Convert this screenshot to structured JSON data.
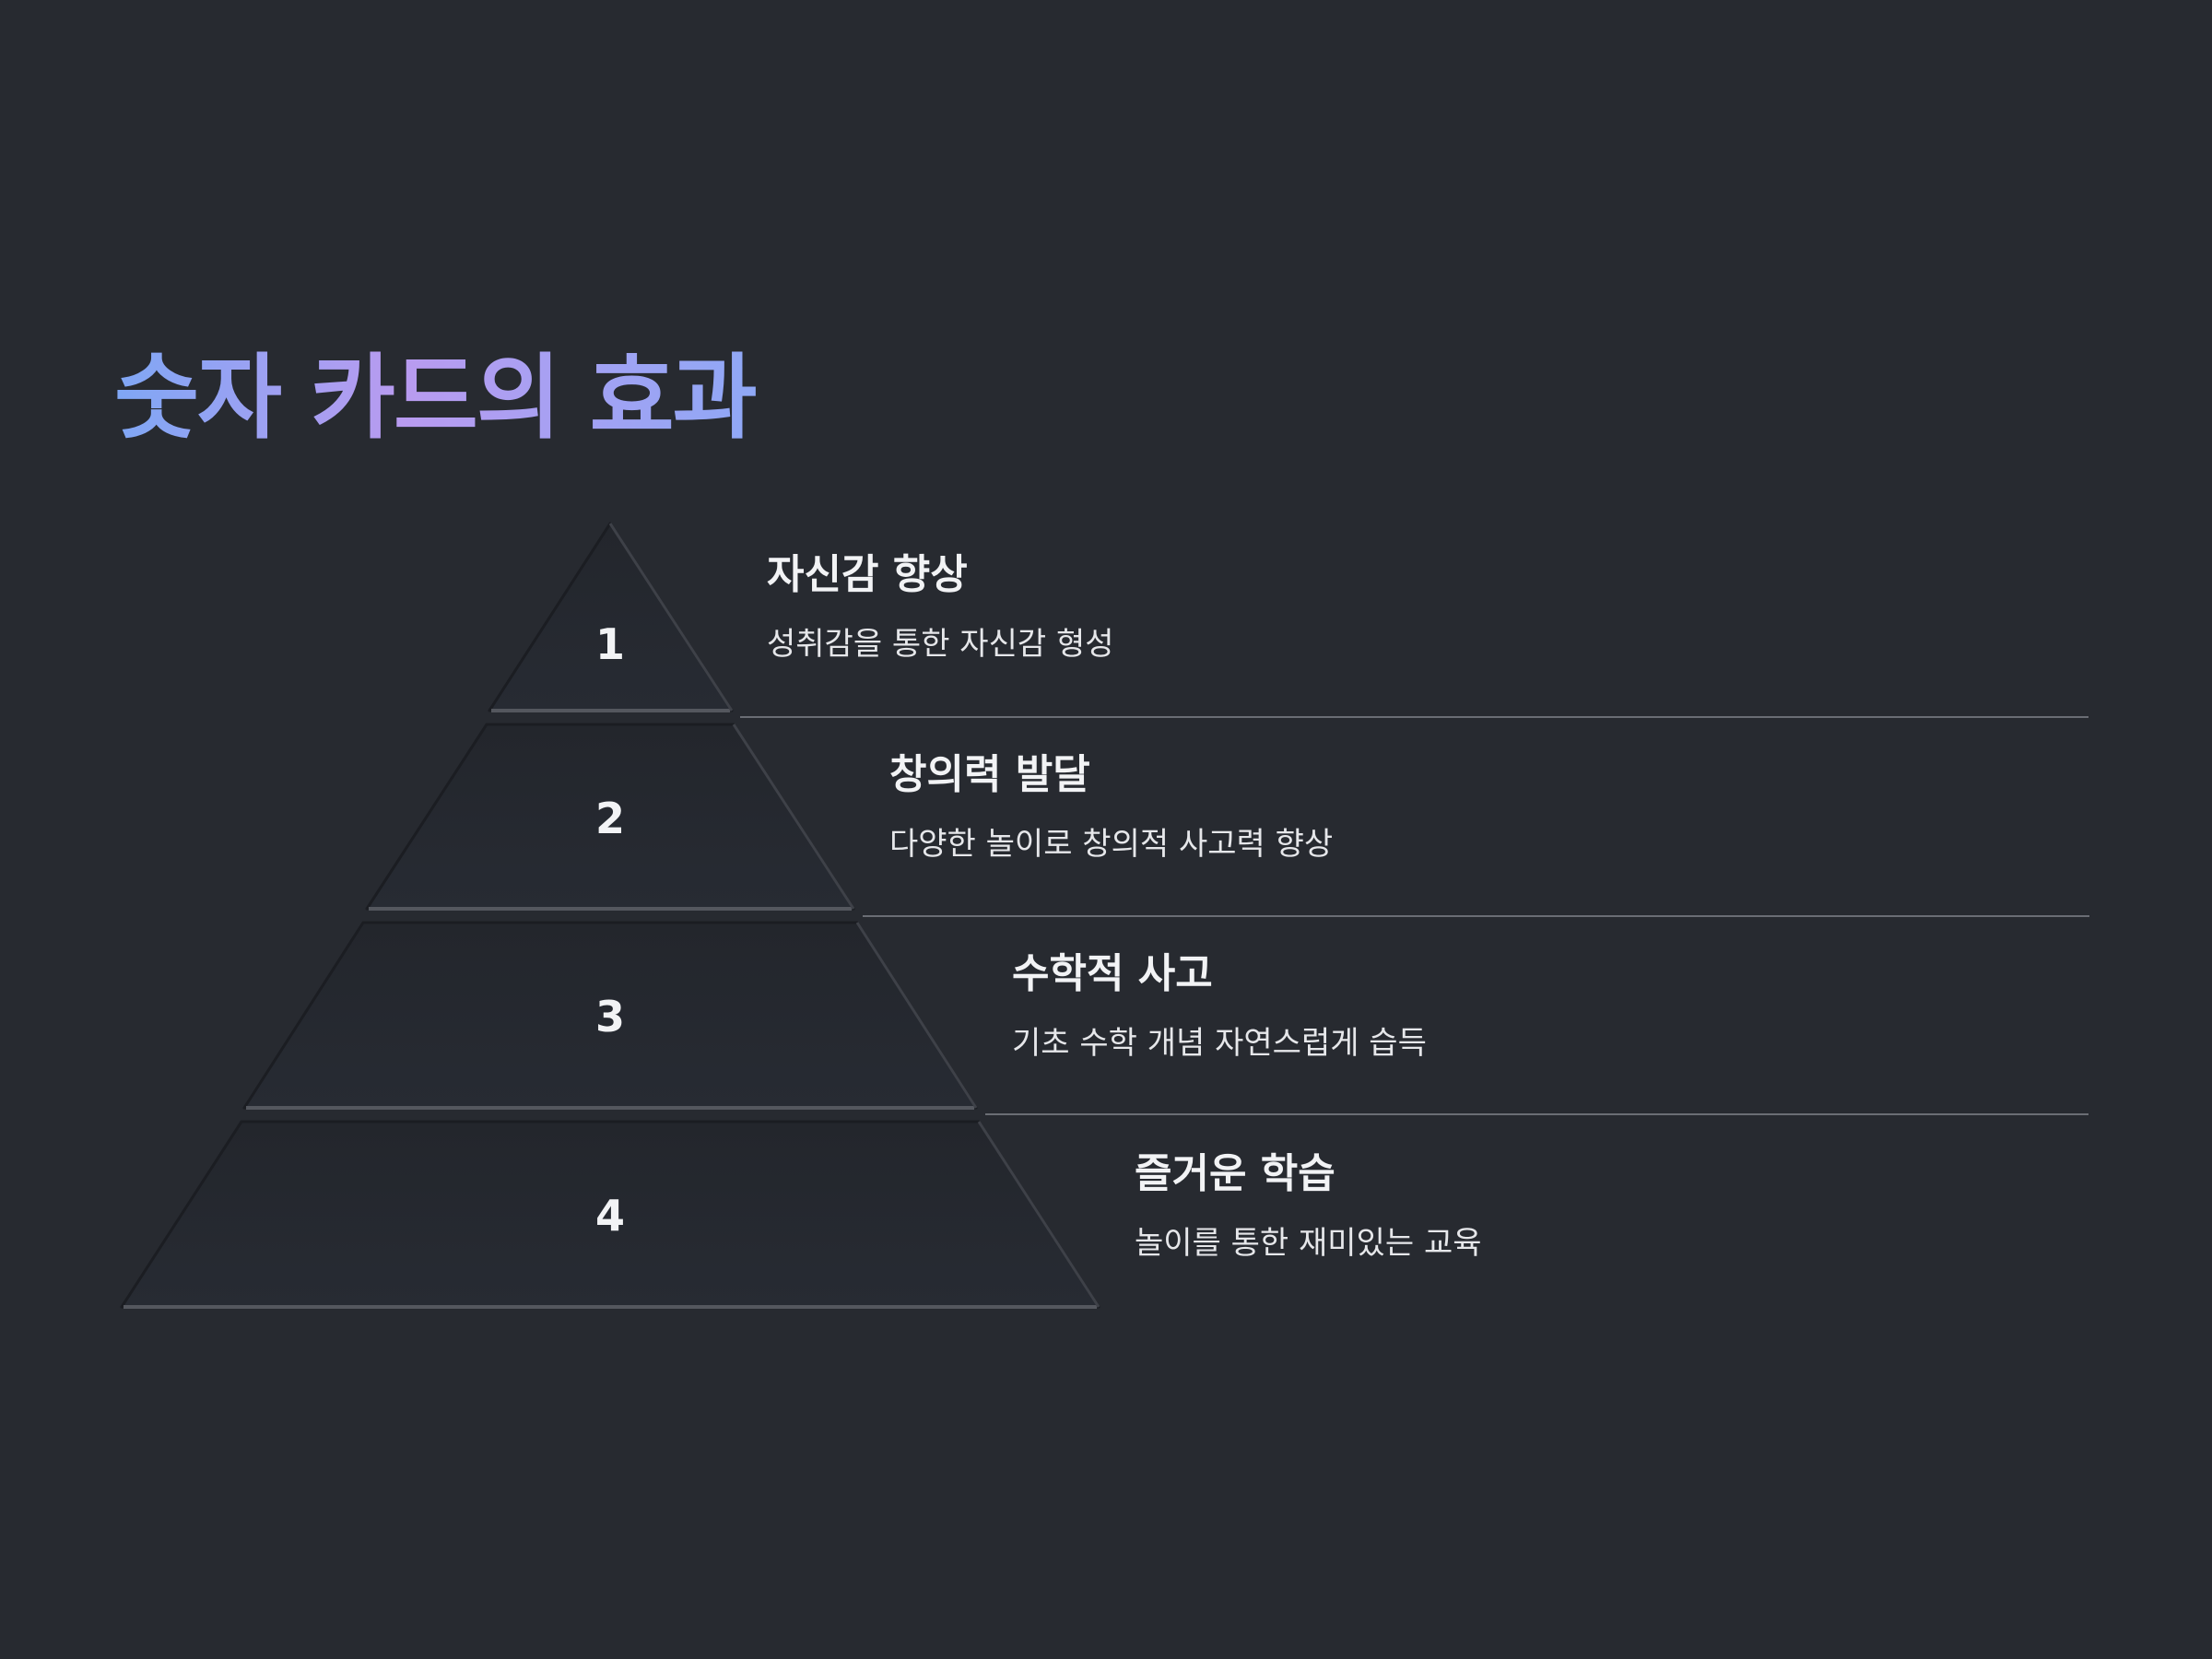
{
  "title": "숫자 카드의 효과",
  "colors": {
    "background": "#272a30",
    "tier_fill": "#262932",
    "title_gradient": [
      "#7fa7f5",
      "#b99bf0",
      "#8fa8f6"
    ]
  },
  "levels": [
    {
      "number": "1",
      "heading": "자신감 향상",
      "description": "성취감을 통한 자신감 형성"
    },
    {
      "number": "2",
      "heading": "창의력 발달",
      "description": "다양한 놀이로 창의적 사고력 향상"
    },
    {
      "number": "3",
      "heading": "수학적 사고",
      "description": "기초 수학 개념 자연스럽게 습득"
    },
    {
      "number": "4",
      "heading": "즐거운 학습",
      "description": "놀이를 통한 재미있는 교육"
    }
  ]
}
